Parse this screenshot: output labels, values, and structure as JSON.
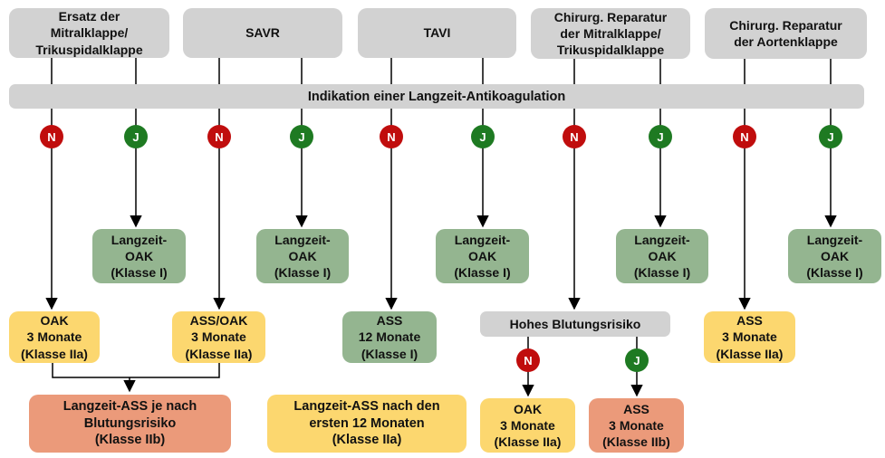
{
  "colors": {
    "box-gray": "#d2d2d2",
    "box-green": "#94b590",
    "box-yellow": "#fcd76f",
    "box-orange": "#eb9a7a",
    "circle-red": "#c00d0d",
    "circle-green": "#1e7a22",
    "text": "#111111",
    "line": "#000000"
  },
  "header_boxes": [
    {
      "label": "Ersatz der\nMitralklappe/\nTrikuspidalklappe"
    },
    {
      "label": "SAVR"
    },
    {
      "label": "TAVI"
    },
    {
      "label": "Chirurg. Reparatur\nder Mitralklappe/\nTrikuspidalklappe"
    },
    {
      "label": "Chirurg. Reparatur\nder Aortenklappe"
    }
  ],
  "indication_bar": {
    "label": "Indikation einer Langzeit-Antikoagulation"
  },
  "decisions": [
    {
      "letter": "N"
    },
    {
      "letter": "J"
    },
    {
      "letter": "N"
    },
    {
      "letter": "J"
    },
    {
      "letter": "N"
    },
    {
      "letter": "J"
    },
    {
      "letter": "N"
    },
    {
      "letter": "J"
    },
    {
      "letter": "N"
    },
    {
      "letter": "J"
    }
  ],
  "longterm_oak": {
    "label": "Langzeit-\nOAK\n(Klasse I)"
  },
  "outcomes": {
    "oak_3_monate": "OAK\n3 Monate\n(Klasse IIa)",
    "ass_oak_3_monate": "ASS/OAK\n3 Monate\n(Klasse IIa)",
    "ass_12_monate": "ASS\n12 Monate\n(Klasse I)",
    "hohes_blutungsrisiko": "Hohes Blutungsrisiko",
    "ass_3_monate_iia": "ASS\n3 Monate\n(Klasse IIa)",
    "oak_3_monate_sub": "OAK\n3 Monate\n(Klasse IIa)",
    "ass_3_monate_iib": "ASS\n3 Monate\n(Klasse IIb)",
    "langzeit_ass_blutung": "Langzeit-ASS je nach\nBlutungsrisiko\n(Klasse IIb)",
    "langzeit_ass_12": "Langzeit-ASS nach den\nersten 12 Monaten\n(Klasse IIa)"
  },
  "sub_decisions": [
    {
      "letter": "N"
    },
    {
      "letter": "J"
    }
  ]
}
